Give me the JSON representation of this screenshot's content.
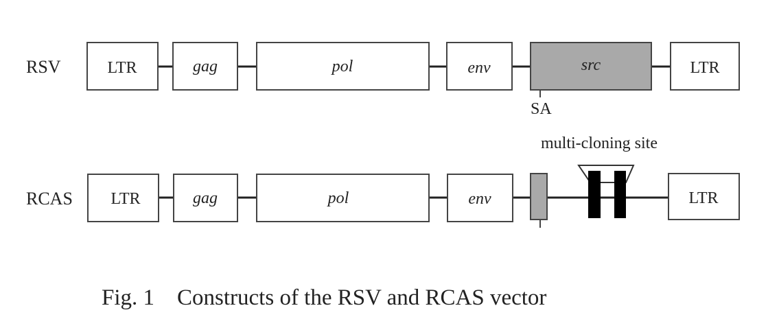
{
  "rows": {
    "rsv": {
      "label": "RSV",
      "genes": {
        "ltr5": "LTR",
        "gag": "gag",
        "pol": "pol",
        "env": "env",
        "src": "src",
        "ltr3": "LTR"
      },
      "sa_label": "SA"
    },
    "rcas": {
      "label": "RCAS",
      "genes": {
        "ltr5": "LTR",
        "gag": "gag",
        "pol": "pol",
        "env": "env",
        "ltr3": "LTR"
      },
      "mcs_label": "multi-cloning site"
    }
  },
  "colors": {
    "src_fill": "#a9a9a9",
    "sa_box_fill": "#a9a9a9",
    "mcs_bars": "#000000"
  },
  "caption": "Fig. 1    Constructs of the RSV and RCAS vector"
}
